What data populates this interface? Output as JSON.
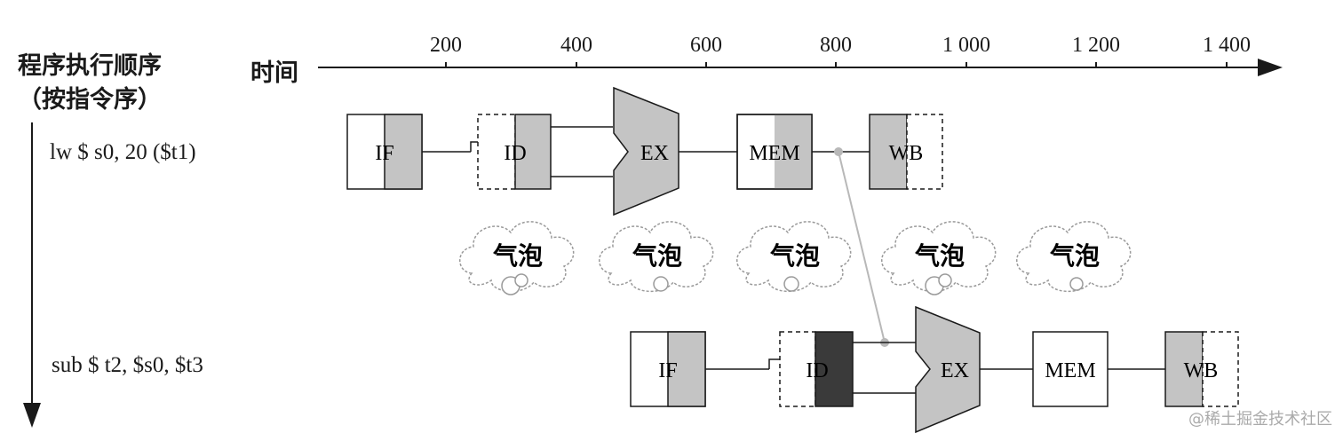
{
  "diagram": {
    "order_label": "程序执行顺序",
    "order_sublabel": "（按指令序）",
    "time_label": "时间",
    "time_ticks": [
      "200",
      "400",
      "600",
      "800",
      "1 000",
      "1 200",
      "1 400"
    ],
    "instructions": [
      {
        "text": "lw  $ s0, 20 ($t1)",
        "stages": [
          "IF",
          "ID",
          "EX",
          "MEM",
          "WB"
        ]
      },
      {
        "text": "sub  $ t2, $s0, $t3",
        "stages": [
          "IF",
          "ID",
          "EX",
          "MEM",
          "WB"
        ]
      }
    ],
    "bubble_label": "气泡",
    "bubble_count": 5,
    "watermark": "@稀土掘金技术社区",
    "colors": {
      "stage_fill": "#c4c4c4",
      "stage_dark": "#3a3a3a",
      "stroke": "#1a1a1a",
      "forward_line": "#b8b8b8"
    }
  }
}
